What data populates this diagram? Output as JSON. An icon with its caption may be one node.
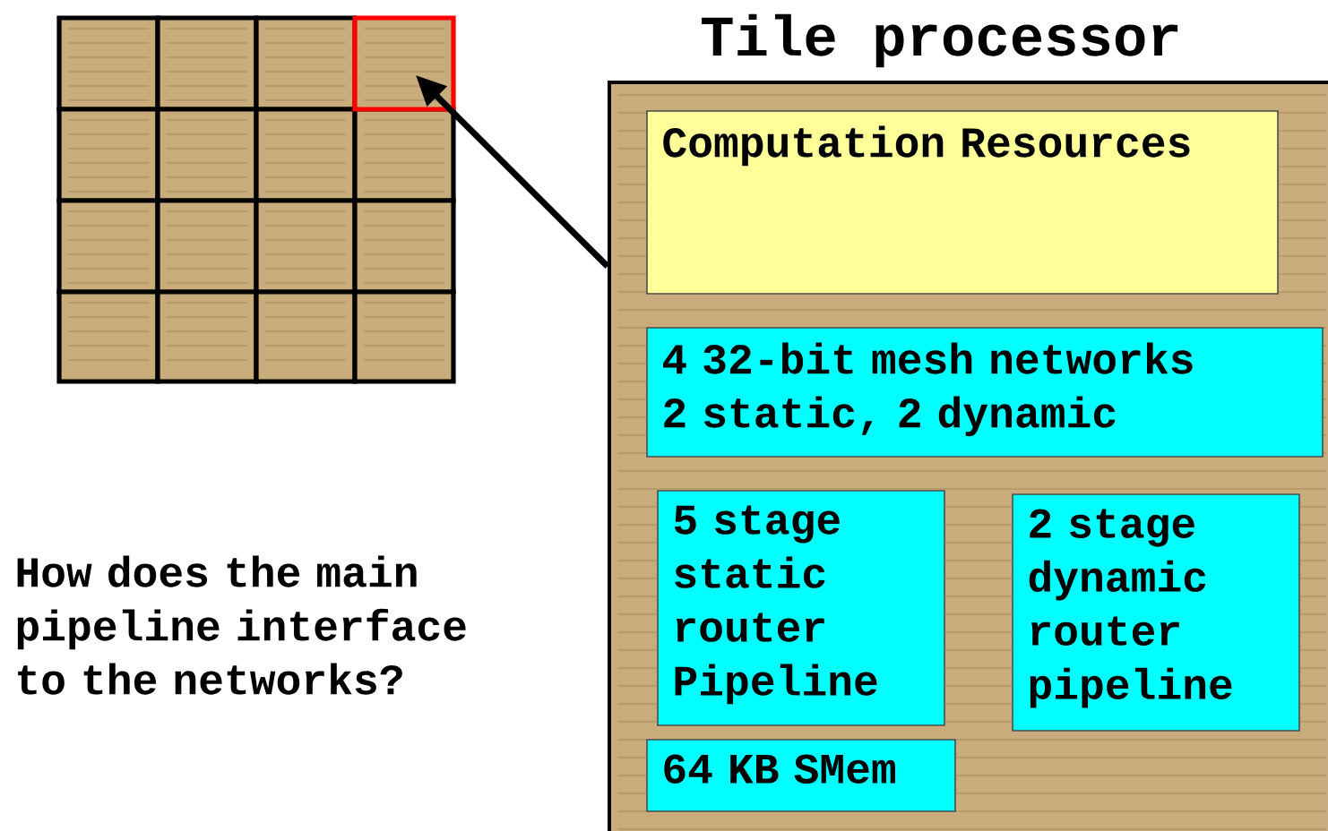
{
  "diagram": {
    "nodes": [
      {
        "text": [],
        "shape": "picture"
      },
      {
        "text": [],
        "shape": "picture"
      },
      {
        "text": [],
        "shape": "picture"
      },
      {
        "text": [],
        "shape": "picture"
      },
      {
        "text": [],
        "shape": "picture"
      },
      {
        "text": [],
        "shape": "picture"
      },
      {
        "text": [],
        "shape": "picture"
      },
      {
        "text": [],
        "shape": "picture"
      },
      {
        "text": [],
        "shape": "picture"
      },
      {
        "text": [],
        "shape": "picture"
      },
      {
        "text": [],
        "shape": "picture"
      },
      {
        "text": [],
        "shape": "picture"
      },
      {
        "text": [],
        "shape": "picture"
      },
      {
        "text": [],
        "shape": "picture"
      },
      {
        "text": [],
        "shape": "picture"
      },
      {
        "text": [],
        "shape": "picture"
      },
      {
        "text": [
          "Tile processor"
        ]
      },
      {
        "text": [
          "Computation Resources"
        ],
        "in": 16
      },
      {
        "text": [
          "4 32-bit mesh networks",
          "2 static, 2 dynamic"
        ],
        "in": 16
      },
      {
        "text": [
          "5 stage static router Pipeline"
        ],
        "in": 16
      },
      {
        "text": [
          "2 stage dynamic router pipeline"
        ],
        "in": 16
      },
      {
        "text": [
          "64 KB SMem"
        ],
        "in": 16
      }
    ],
    "edges": [
      {
        "from": 16,
        "to": 3,
        "arrow": "to"
      }
    ],
    "labels": [
      "How does the main pipeline interface to the networks?"
    ]
  }
}
